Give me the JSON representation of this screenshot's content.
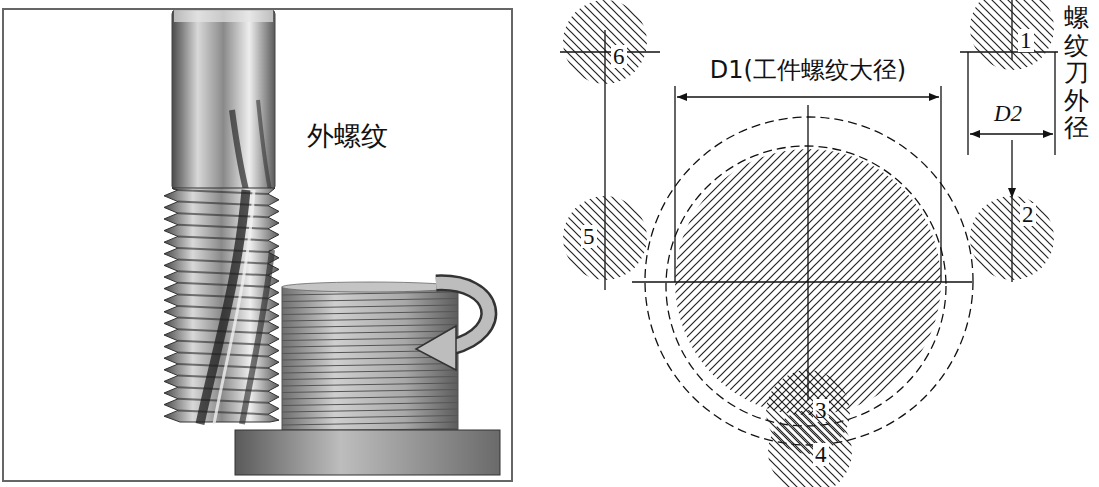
{
  "diagram": {
    "nodes": [
      {
        "text": [
          "外螺纹"
        ]
      },
      {
        "text": [
          "1"
        ]
      },
      {
        "text": [
          "2"
        ]
      },
      {
        "text": [
          "3"
        ]
      },
      {
        "text": [
          "4"
        ]
      },
      {
        "text": [
          "5"
        ]
      },
      {
        "text": [
          "6"
        ]
      }
    ],
    "labels": [
      "D1(工件螺纹大径)",
      "D2",
      "螺纹刀外径"
    ]
  }
}
